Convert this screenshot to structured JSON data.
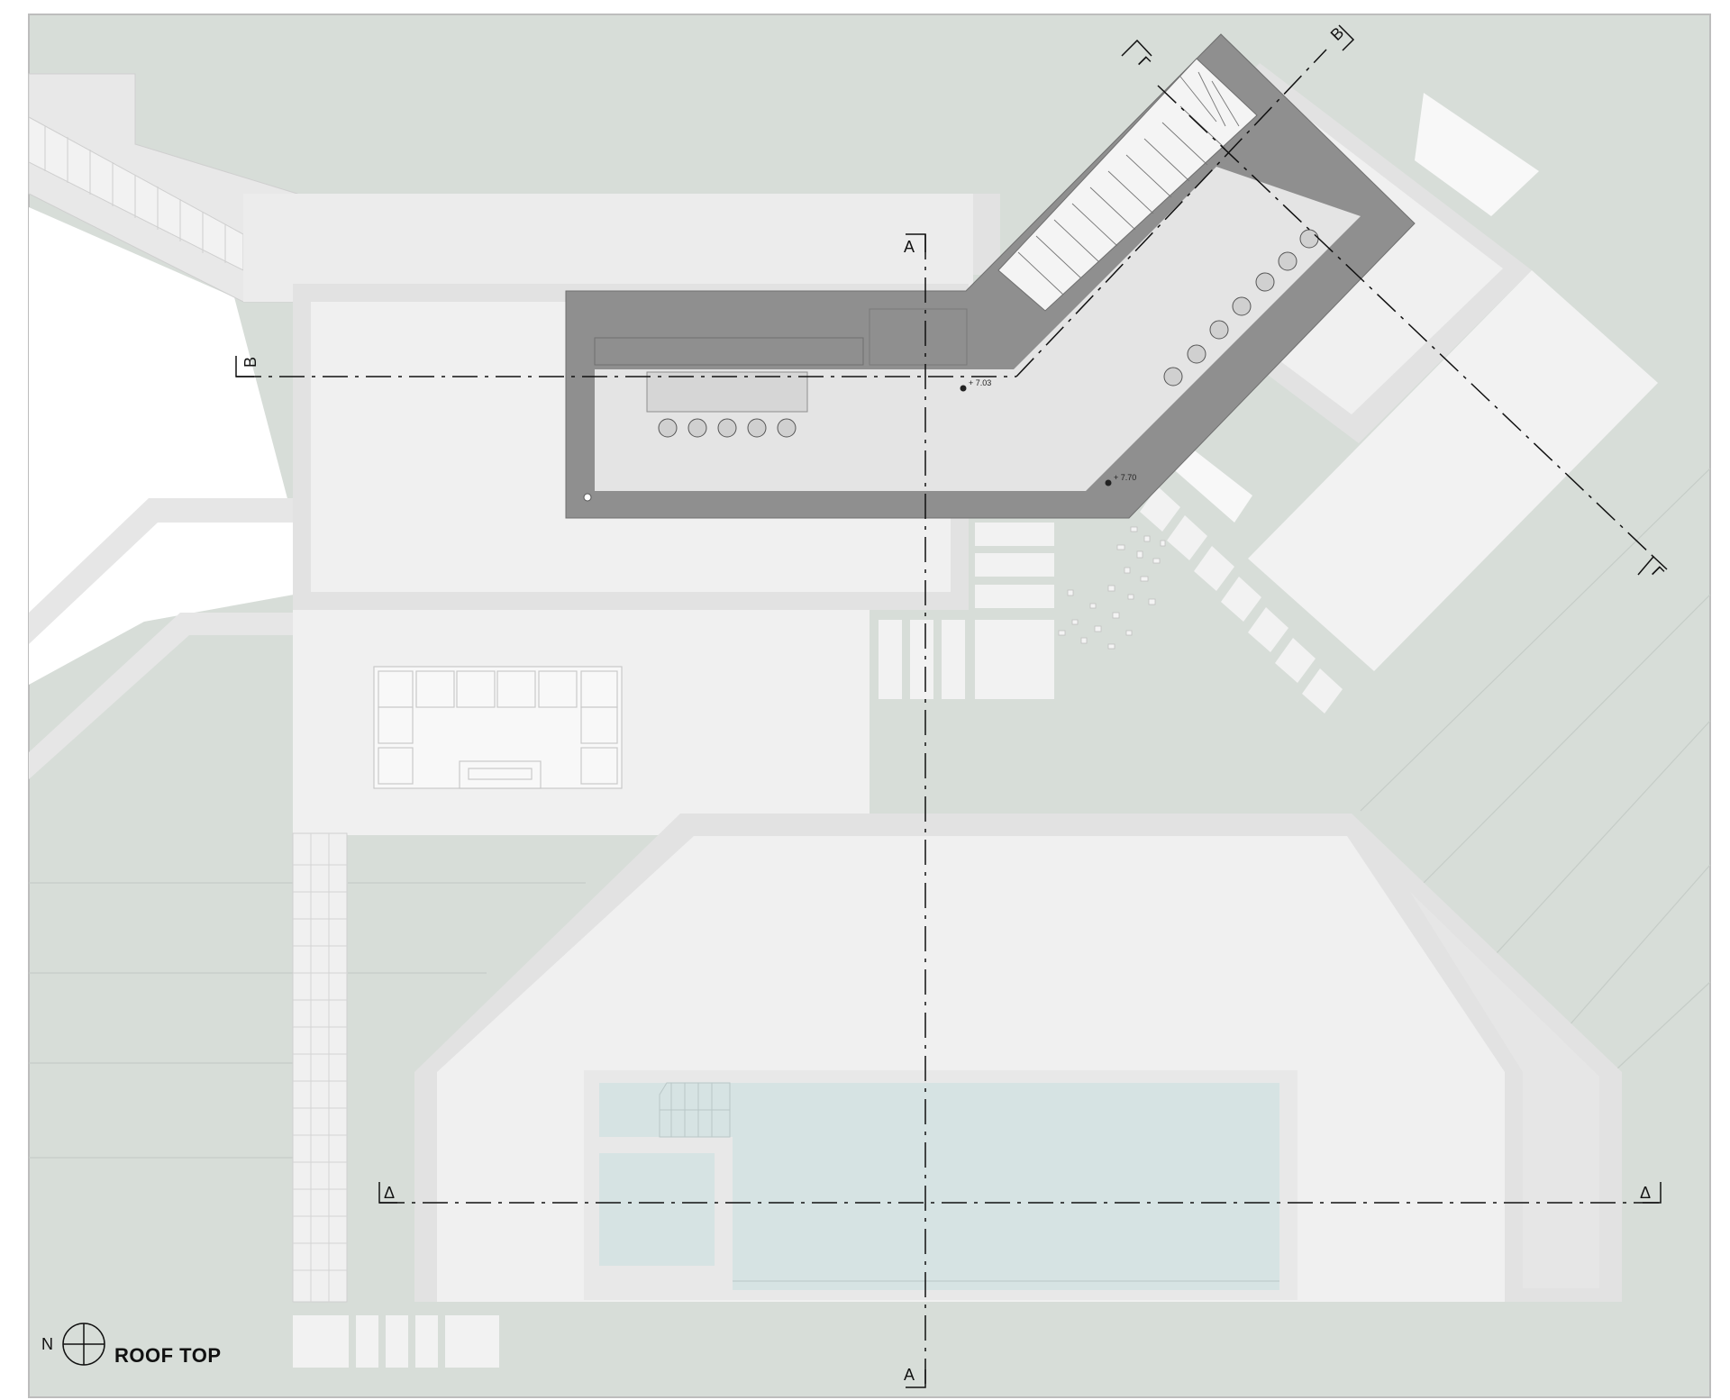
{
  "drawing": {
    "title": "ROOF TOP",
    "north_letter": "N"
  },
  "section_lines": {
    "A": "A",
    "B": "B",
    "gamma": "Γ",
    "delta": "Δ"
  },
  "elevations": [
    {
      "label": "+ 7.03"
    },
    {
      "label": "+ 7.70"
    }
  ],
  "colors": {
    "site_ground": "#d7ddd8",
    "terrace": "#f0f0f0",
    "paving_edge": "#e6e6e6",
    "roof_slab": "#8f8f8f",
    "deck_floor": "#e4e4e4",
    "pool_water": "#d6e3e3",
    "frame_border": "#bdbdbd",
    "lines": "#111111"
  }
}
